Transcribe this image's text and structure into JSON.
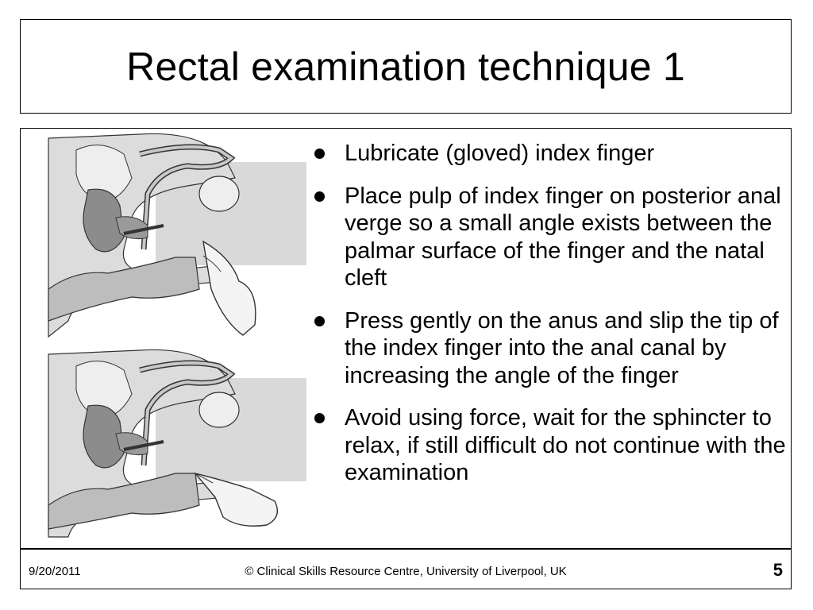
{
  "slide": {
    "title": "Rectal examination technique 1"
  },
  "bullets": [
    "Lubricate (gloved) index finger",
    "Place pulp of index finger on posterior anal verge so a small angle exists between the palmar surface of the finger and the natal cleft",
    "Press gently on the anus and slip the tip of the index finger into the anal canal by increasing the angle of the finger",
    "Avoid using force, wait for the sphincter to relax, if still difficult do not continue with the examination"
  ],
  "footer": {
    "date": "9/20/2011",
    "copyright": "© Clinical Skills Resource Centre, University of Liverpool, UK",
    "page_number": "5"
  },
  "colors": {
    "border": "#000000",
    "illustration_fill": "#d9d9d9",
    "illustration_dark": "#8c8c8c"
  }
}
